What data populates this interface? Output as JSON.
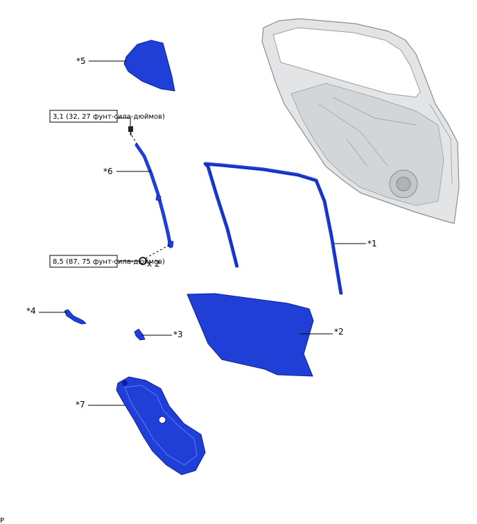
{
  "callouts": {
    "c1": "*1",
    "c2": "*2",
    "c3": "*3",
    "c4": "*4",
    "c5": "*5",
    "c6": "*6",
    "c7": "*7"
  },
  "torque": {
    "upper": "3,1 (32, 27 фунт-сила-дюймов)",
    "lower": "8,5 (87, 75 фунт-сила-дюймов)"
  },
  "quantity": "x 2",
  "footer_code": "P",
  "colors": {
    "part_fill": "#1f3fd6",
    "part_dark": "#0d1f9e",
    "door_fill": "#e2e4e6",
    "door_stroke": "#8a8d90"
  }
}
